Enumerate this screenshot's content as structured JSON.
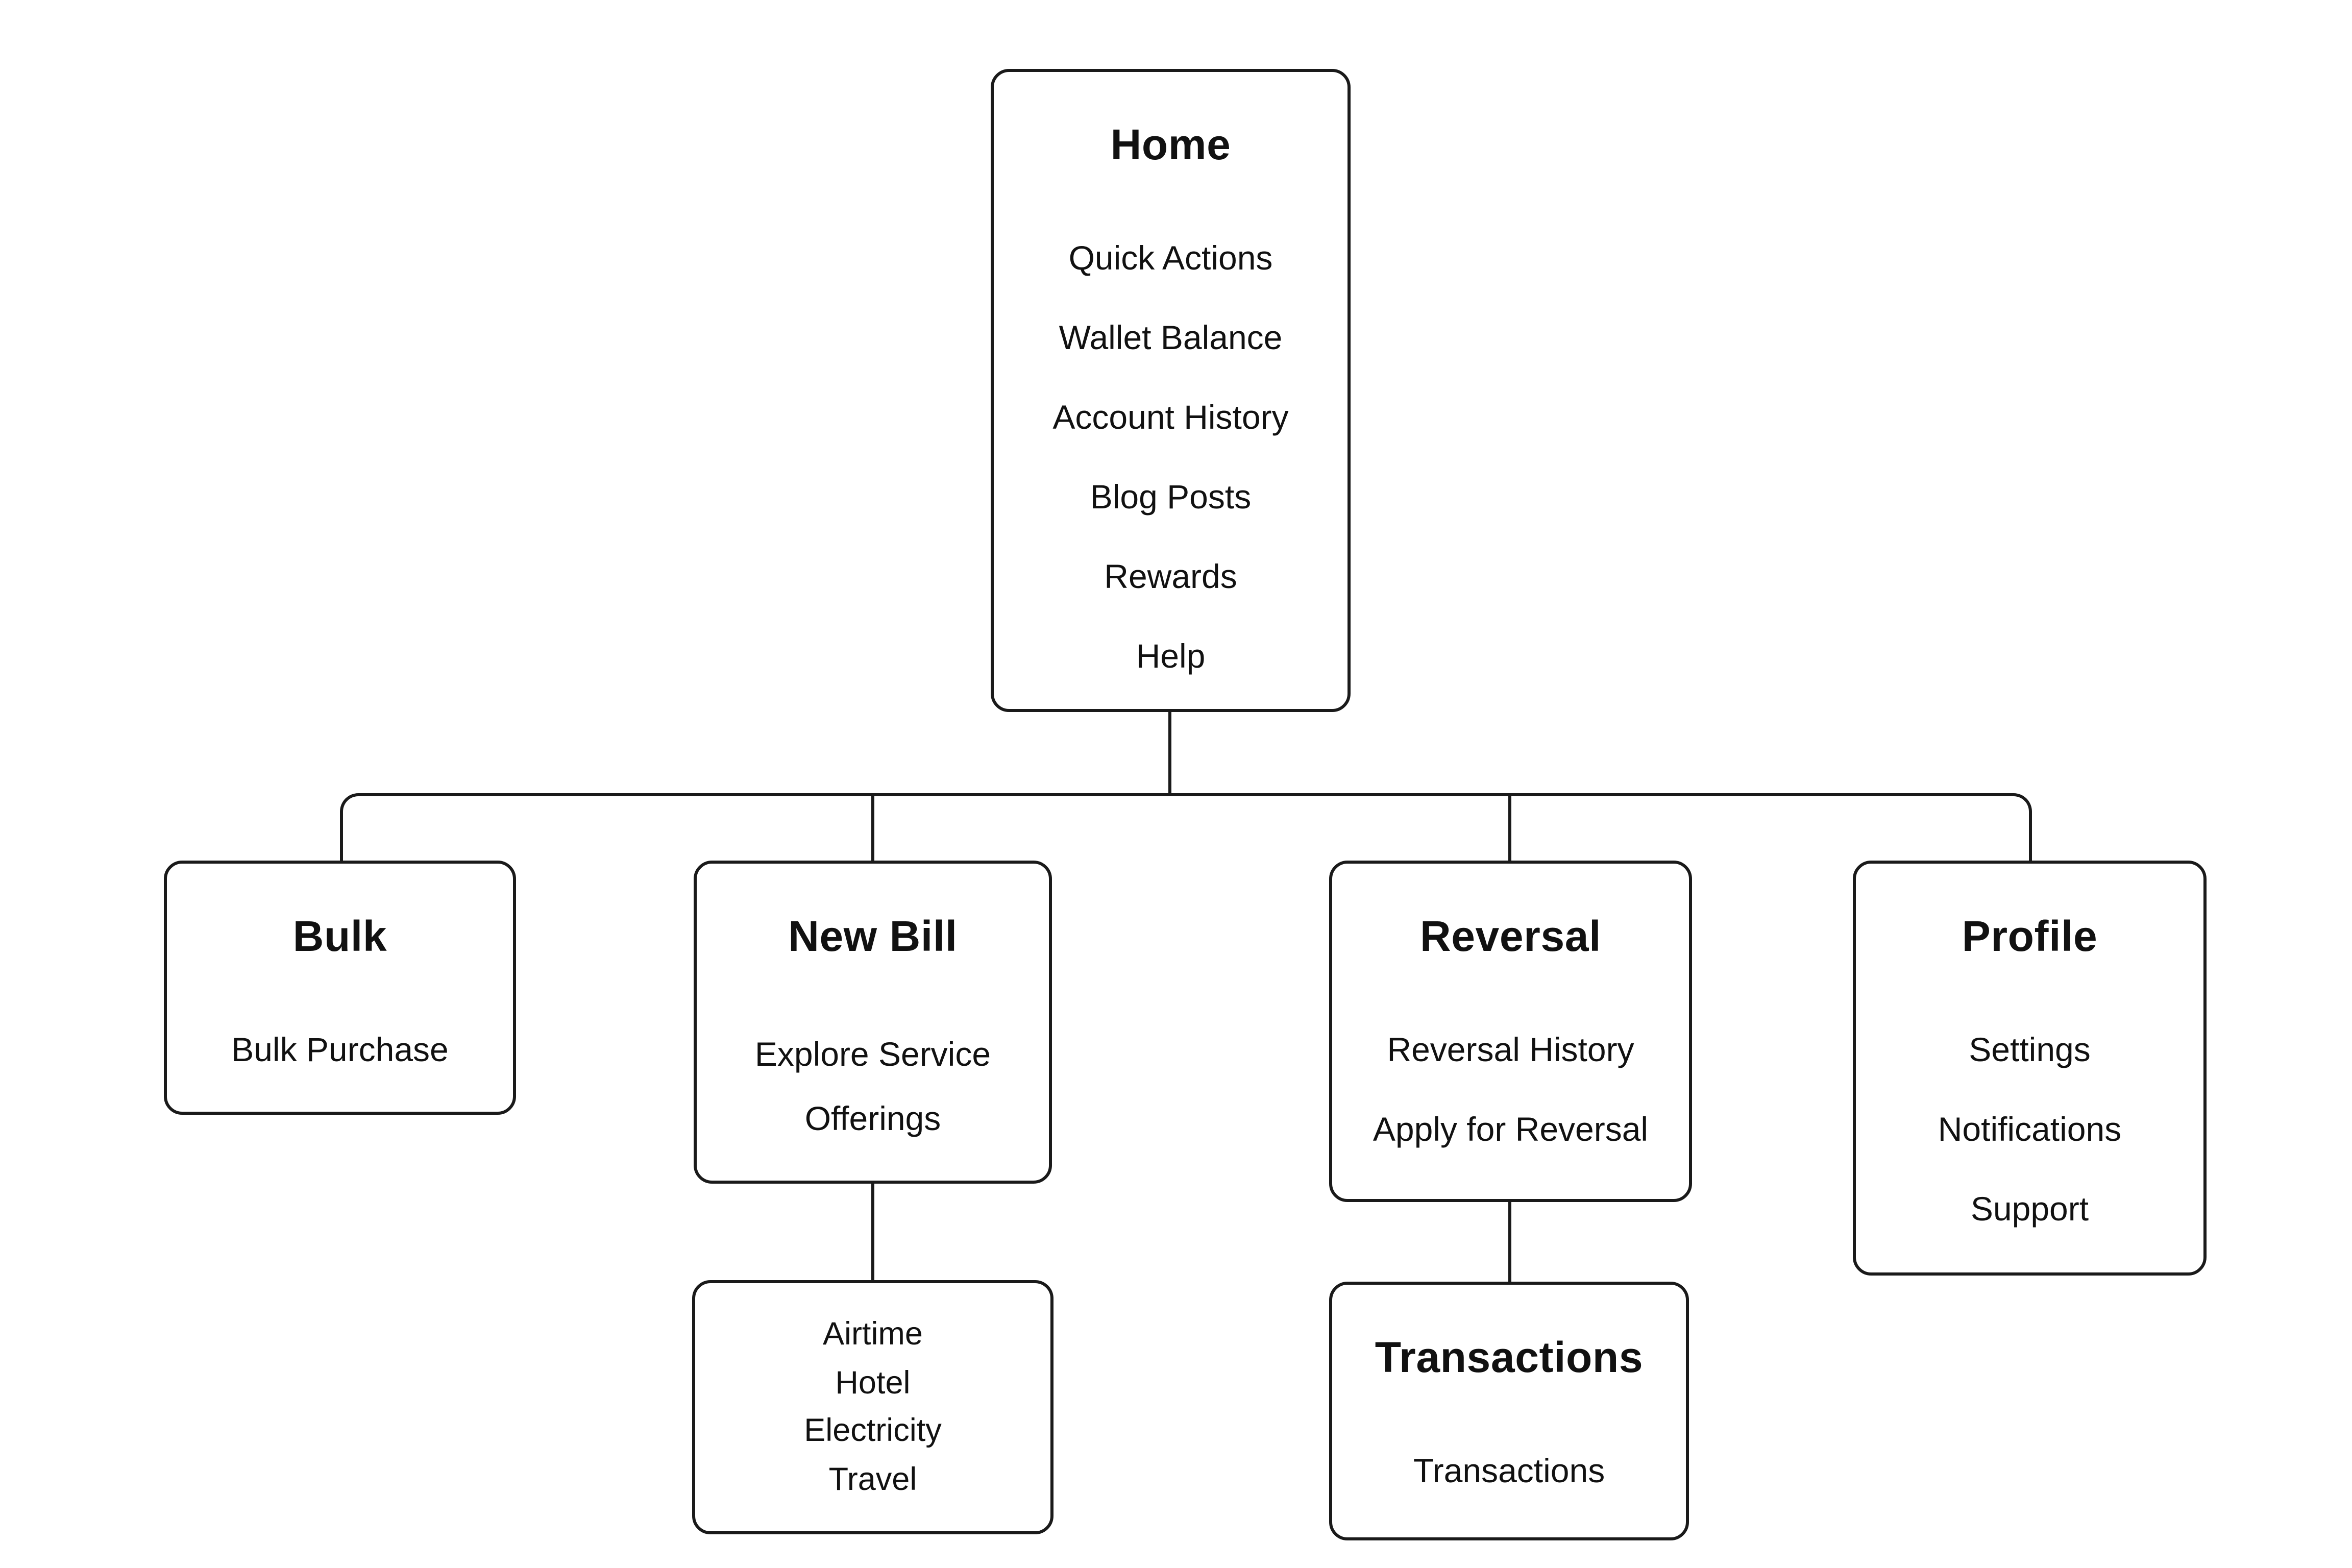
{
  "diagram": {
    "type": "sitemap-tree",
    "nodes": {
      "home": {
        "title": "Home",
        "items": [
          "Quick Actions",
          "Wallet Balance",
          "Account History",
          "Blog Posts",
          "Rewards",
          "Help"
        ]
      },
      "bulk": {
        "title": "Bulk",
        "items": [
          "Bulk Purchase"
        ]
      },
      "new_bill": {
        "title": "New Bill",
        "items": [
          "Explore Service Offerings"
        ]
      },
      "reversal": {
        "title": "Reversal",
        "items": [
          "Reversal History",
          "Apply for Reversal"
        ]
      },
      "profile": {
        "title": "Profile",
        "items": [
          "Settings",
          "Notifications",
          "Support"
        ]
      },
      "new_bill_children": {
        "title": "",
        "items": [
          "Airtime",
          "Hotel",
          "Electricity",
          "Travel"
        ]
      },
      "transactions": {
        "title": "Transactions",
        "items": [
          "Transactions"
        ]
      }
    },
    "edges": [
      {
        "from": "Home",
        "to": "Bulk"
      },
      {
        "from": "Home",
        "to": "New Bill"
      },
      {
        "from": "Home",
        "to": "Reversal"
      },
      {
        "from": "Home",
        "to": "Profile"
      },
      {
        "from": "New Bill",
        "to": "Airtime / Hotel / Electricity / Travel"
      },
      {
        "from": "Reversal",
        "to": "Transactions"
      }
    ],
    "colors": {
      "background": "#ffffff",
      "box_border": "#1a1a1a",
      "connector_line": "#1a1a1a",
      "text": "#111111"
    }
  }
}
